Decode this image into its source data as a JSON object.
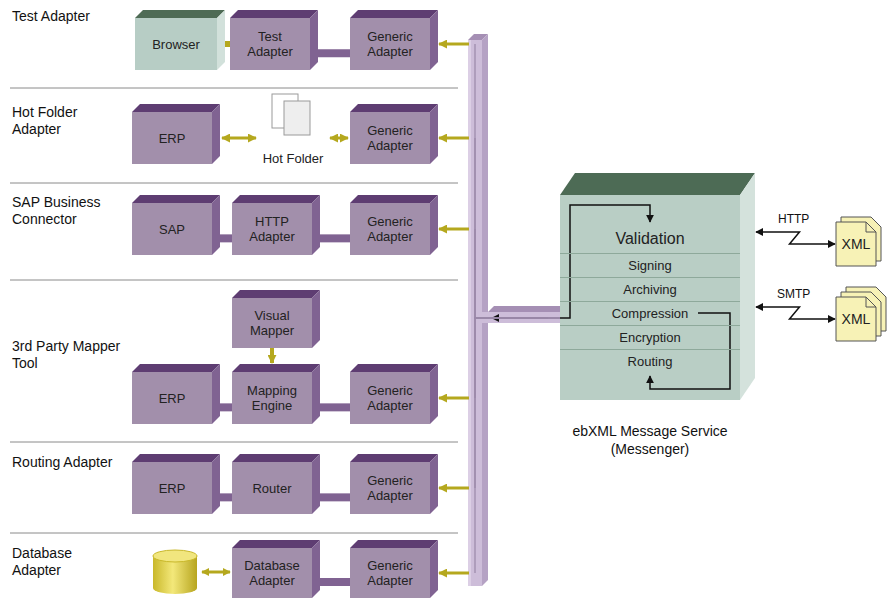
{
  "diagram": {
    "nodes": [
      {
        "text": [
          "Browser"
        ]
      },
      {
        "text": [
          "Test Adapter"
        ]
      },
      {
        "text": [
          "Generic Adapter"
        ]
      },
      {
        "text": [
          "ERP"
        ]
      },
      {
        "text": [
          "Hot Folder"
        ]
      },
      {
        "text": [
          "Generic Adapter"
        ]
      },
      {
        "text": [
          "SAP"
        ]
      },
      {
        "text": [
          "HTTP Adapter"
        ]
      },
      {
        "text": [
          "Generic Adapter"
        ]
      },
      {
        "text": [
          "Visual Mapper"
        ]
      },
      {
        "text": [
          "ERP"
        ]
      },
      {
        "text": [
          "Mapping Engine"
        ]
      },
      {
        "text": [
          "Generic Adapter"
        ]
      },
      {
        "text": [
          "ERP"
        ]
      },
      {
        "text": [
          "Router"
        ]
      },
      {
        "text": [
          "Generic Adapter"
        ]
      },
      {
        "text": [
          "Database Adapter"
        ]
      },
      {
        "text": [
          "Generic Adapter"
        ]
      },
      {
        "text": [
          "ebXML Message Service (Messenger)"
        ]
      },
      {
        "text": [
          "Validation"
        ],
        "in": 18
      },
      {
        "text": [
          "Signing"
        ],
        "in": 18
      },
      {
        "text": [
          "Archiving"
        ],
        "in": 18
      },
      {
        "text": [
          "Compression"
        ],
        "in": 18
      },
      {
        "text": [
          "Encryption"
        ],
        "in": 18
      },
      {
        "text": [
          "Routing"
        ],
        "in": 18
      },
      {
        "text": [
          "XML"
        ]
      },
      {
        "text": [
          "XML"
        ]
      }
    ],
    "edges": [
      {
        "from": 0,
        "to": 1,
        "arrow": "none"
      },
      {
        "from": 1,
        "to": 2,
        "arrow": "none"
      },
      {
        "from": 3,
        "to": 4,
        "arrow": "both"
      },
      {
        "from": 4,
        "to": 5,
        "arrow": "both"
      },
      {
        "from": 6,
        "to": 7,
        "arrow": "none"
      },
      {
        "from": 7,
        "to": 8,
        "arrow": "none"
      },
      {
        "from": 9,
        "to": 11,
        "arrow": "to"
      },
      {
        "from": 10,
        "to": 11,
        "arrow": "none"
      },
      {
        "from": 11,
        "to": 12,
        "arrow": "none"
      },
      {
        "from": 13,
        "to": 14,
        "arrow": "none"
      },
      {
        "from": 14,
        "to": 15,
        "arrow": "none"
      },
      {
        "from": 16,
        "to": 17,
        "arrow": "none"
      },
      {
        "from": 18,
        "to": 2,
        "arrow": "to"
      },
      {
        "from": 18,
        "to": 5,
        "arrow": "to"
      },
      {
        "from": 18,
        "to": 8,
        "arrow": "to"
      },
      {
        "from": 18,
        "to": 12,
        "arrow": "to"
      },
      {
        "from": 18,
        "to": 15,
        "arrow": "to"
      },
      {
        "from": 18,
        "to": 17,
        "arrow": "to"
      },
      {
        "from": 18,
        "to": 25,
        "label": "HTTP",
        "arrow": "both"
      },
      {
        "from": 18,
        "to": 26,
        "label": "SMTP",
        "arrow": "both"
      }
    ],
    "labels": [
      "Test Adapter",
      "Hot Folder Adapter",
      "SAP Business Connector",
      "3rd Party Mapper Tool",
      "Routing Adapter",
      "Database Adapter"
    ]
  }
}
